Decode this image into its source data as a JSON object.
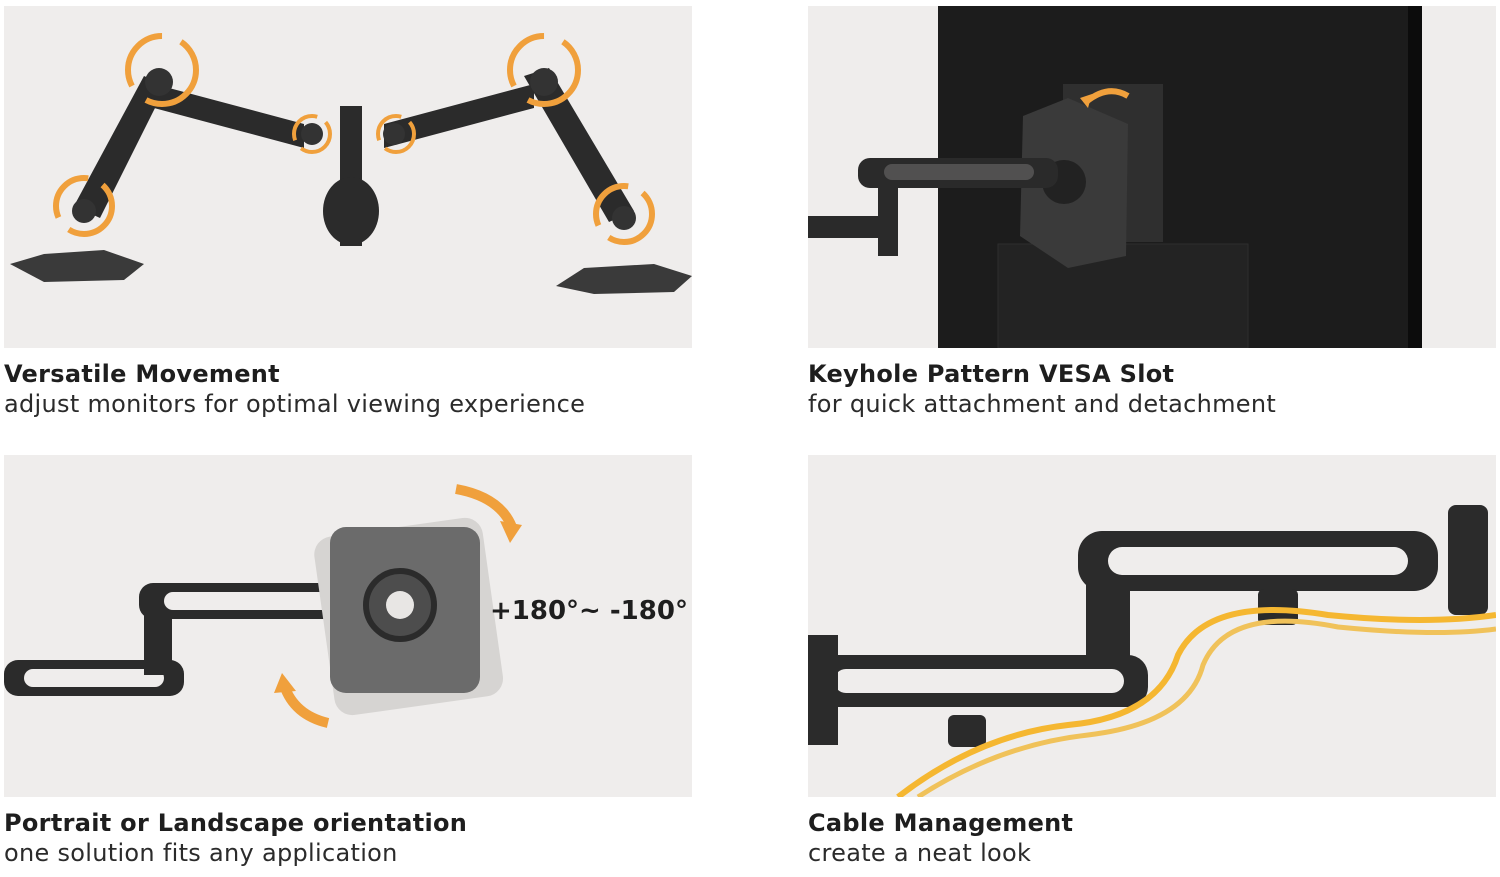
{
  "features": [
    {
      "title": "Versatile Movement",
      "subtitle": "adjust monitors for optimal viewing experience"
    },
    {
      "title": "Keyhole Pattern VESA Slot",
      "subtitle": "for quick attachment and detachment"
    },
    {
      "title": "Portrait or Landscape orientation",
      "subtitle": "one solution fits any application"
    },
    {
      "title": "Cable Management",
      "subtitle": "create a neat look"
    }
  ],
  "rotation_label": "+180°~ -180°",
  "colors": {
    "panel_bg": "#efedec",
    "arm": "#2b2b2b",
    "accent_orange": "#f0a03c",
    "cable_yellow": "#f5b731",
    "plate_gray": "#6b6b6b"
  }
}
